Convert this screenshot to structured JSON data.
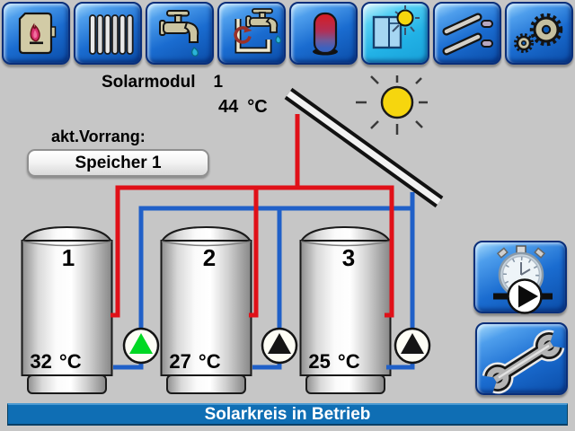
{
  "toolbar": {
    "buttons": [
      {
        "icon": "boiler-icon",
        "selected": false
      },
      {
        "icon": "radiator-icon",
        "selected": false
      },
      {
        "icon": "hot-water-tap-icon",
        "selected": false
      },
      {
        "icon": "circulation-tap-icon",
        "selected": false
      },
      {
        "icon": "buffer-tank-icon",
        "selected": false
      },
      {
        "icon": "solar-icon",
        "selected": true
      },
      {
        "icon": "collectors-icon",
        "selected": false
      },
      {
        "icon": "settings-gears-icon",
        "selected": false
      }
    ]
  },
  "header": {
    "module_label": "Solarmodul",
    "module_number": "1",
    "collector_temp": "44",
    "temp_unit": "°C"
  },
  "priority": {
    "label": "akt.Vorrang:",
    "value": "Speicher 1"
  },
  "tanks": [
    {
      "number": "1",
      "temp": "32",
      "unit": "°C",
      "pump_state": "on",
      "pump_fill": "#00d822"
    },
    {
      "number": "2",
      "temp": "27",
      "unit": "°C",
      "pump_state": "off",
      "pump_fill": "#151515"
    },
    {
      "number": "3",
      "temp": "25",
      "unit": "°C",
      "pump_state": "off",
      "pump_fill": "#151515"
    }
  ],
  "side_buttons": {
    "timer_icon": "stopwatch-manual-icon",
    "service_icon": "wrench-icon"
  },
  "status_bar": {
    "text": "Solarkreis in Betrieb"
  },
  "colors": {
    "background": "#c6c6c6",
    "pipe_hot": "#e01018",
    "pipe_cold": "#2060c8",
    "status_bar_blue": "#0f6eb4",
    "button_blue": "#1a6cd0",
    "selected_button_cyan": "#22b2e6",
    "sun_yellow": "#f6d60e",
    "pump_on_green": "#00d822"
  }
}
